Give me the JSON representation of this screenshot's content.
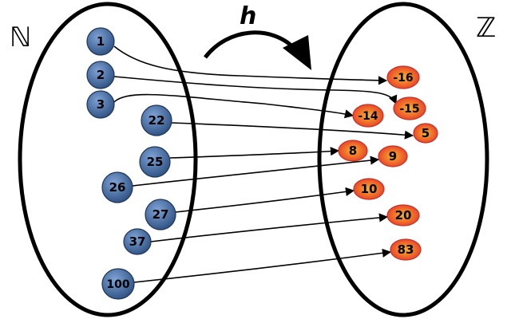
{
  "diagram": {
    "domain_label": "ℕ",
    "codomain_label": "ℤ",
    "function_label": "h",
    "domain_nodes": [
      "1",
      "2",
      "3",
      "22",
      "25",
      "26",
      "27",
      "37",
      "100"
    ],
    "codomain_nodes": [
      "-16",
      "-15",
      "-14",
      "5",
      "8",
      "9",
      "10",
      "20",
      "83"
    ],
    "mapping": [
      {
        "from": "1",
        "to": "-16"
      },
      {
        "from": "2",
        "to": "-15"
      },
      {
        "from": "3",
        "to": "-14"
      },
      {
        "from": "22",
        "to": "5"
      },
      {
        "from": "25",
        "to": "8"
      },
      {
        "from": "26",
        "to": "9"
      },
      {
        "from": "27",
        "to": "10"
      },
      {
        "from": "37",
        "to": "20"
      },
      {
        "from": "100",
        "to": "83"
      }
    ],
    "colors": {
      "domain_node": "#3a5f94",
      "codomain_node": "#f07a22",
      "codomain_node_highlight": "#e8322a",
      "outline": "#000000"
    }
  }
}
